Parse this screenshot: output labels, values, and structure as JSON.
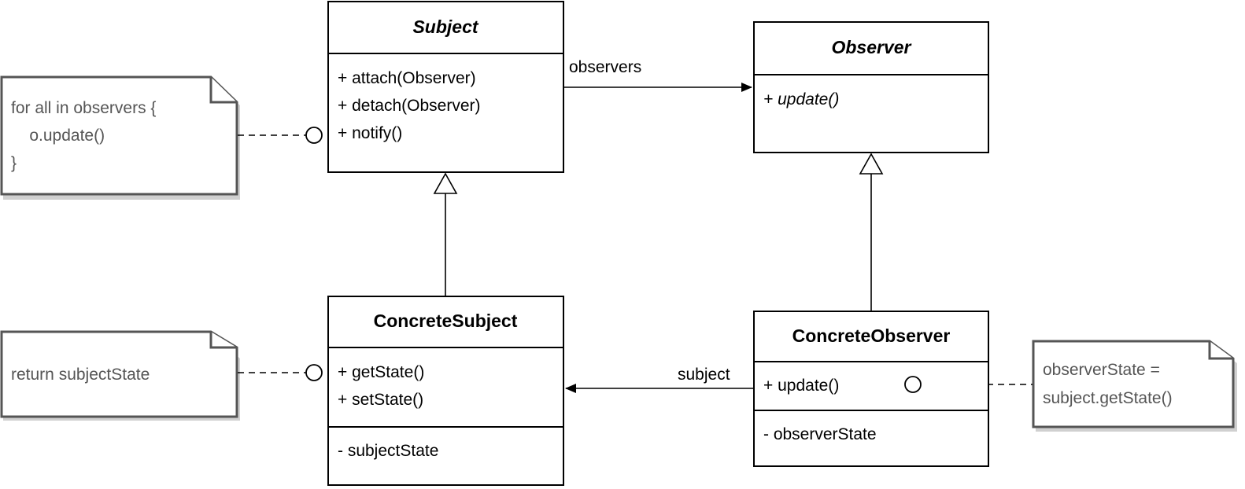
{
  "classes": {
    "subject": {
      "name": "Subject",
      "methods": [
        "+ attach(Observer)",
        "+ detach(Observer)",
        "+ notify()"
      ]
    },
    "observer": {
      "name": "Observer",
      "methods": [
        "+ update()"
      ]
    },
    "concrete_subject": {
      "name": "ConcreteSubject",
      "methods": [
        "+ getState()",
        "+ setState()"
      ],
      "attributes": [
        "- subjectState"
      ]
    },
    "concrete_observer": {
      "name": "ConcreteObserver",
      "methods": [
        "+ update()"
      ],
      "attributes": [
        "- observerState"
      ]
    }
  },
  "notes": {
    "notify_note": {
      "lines": [
        "for all in observers {",
        "    o.update()",
        "}"
      ]
    },
    "getstate_note": {
      "lines": [
        "return subjectState"
      ]
    },
    "update_note": {
      "lines": [
        "observerState =",
        "subject.getState()"
      ]
    }
  },
  "associations": {
    "observers_label": "observers",
    "subject_label": "subject"
  }
}
